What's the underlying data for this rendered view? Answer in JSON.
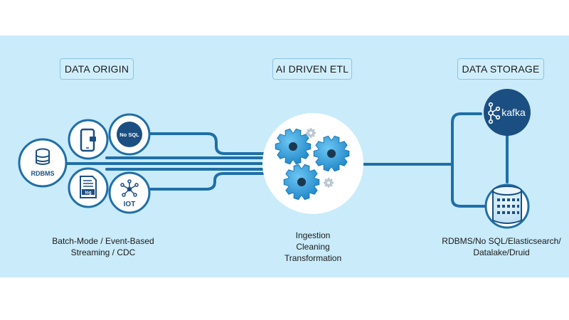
{
  "sections": {
    "origin": "DATA ORIGIN",
    "etl": "AI DRIVEN ETL",
    "storage": "DATA STORAGE"
  },
  "nodes": {
    "rdbms": "RDBMS",
    "nosql": "No SQL",
    "log": "log",
    "iot": "IOT",
    "kafka": "kafka"
  },
  "captions": {
    "origin": [
      "Batch-Mode / Event-Based",
      "Streaming / CDC"
    ],
    "etl": [
      "Ingestion",
      "Cleaning",
      "Transformation"
    ],
    "storage": [
      "RDBMS/No SQL/Elasticsearch/",
      "Datalake/Druid"
    ]
  },
  "colors": {
    "band": "#c9ebfa",
    "line": "#1f6fa8",
    "navy": "#1b4f82",
    "gear": "#3aa3e0"
  }
}
